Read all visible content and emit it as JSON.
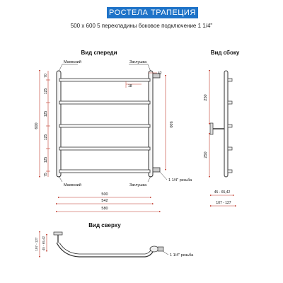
{
  "header": {
    "brand_left": "РОСТЕЛА",
    "brand_right": "ТРАПЕЦИЯ",
    "brand_color": "#1e73c8"
  },
  "subtitle": "500 x 600 5 перекладины боковое подключение 1 1/4\"",
  "views": {
    "front": "Вид спереди",
    "side": "Вид сбоку",
    "top": "Вид сверху"
  },
  "front_labels": {
    "left_top": "Маевский",
    "right_top": "Заглушка",
    "left_bottom": "Маевский",
    "right_bottom": "Заглушка",
    "thread": "1 1/4\" резьба"
  },
  "dims": {
    "height": "600",
    "seg_top": "70",
    "seg_mid": "125",
    "seg_bot": "75",
    "inner_height": "500",
    "d42": "42",
    "d18": "18",
    "w500": "500",
    "w542": "542",
    "w580": "580",
    "side_upper": "250",
    "side_lower": "250",
    "side_depth": "45 - 65,42",
    "side_total": "107 - 127",
    "top_total": "107 - 127",
    "top_depth": "45 - 65,42",
    "top_thread": "1 1/4\" резьба"
  }
}
